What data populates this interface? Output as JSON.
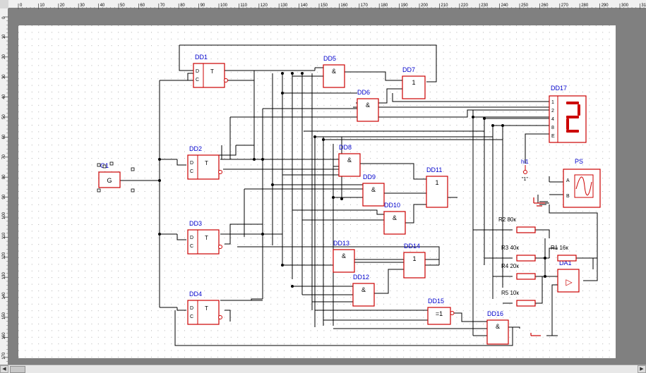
{
  "rulers": {
    "top_labels": [
      "0",
      "10",
      "20",
      "30",
      "40",
      "50",
      "60",
      "70",
      "80",
      "90",
      "100",
      "110",
      "120",
      "130",
      "140",
      "150",
      "160",
      "170",
      "180",
      "190",
      "200",
      "210",
      "220",
      "230",
      "240",
      "250",
      "260",
      "270",
      "280",
      "290",
      "300",
      "310"
    ],
    "left_labels": [
      "0",
      "10",
      "20",
      "30",
      "40",
      "50",
      "60",
      "70",
      "80",
      "90",
      "100",
      "110",
      "120",
      "130",
      "140",
      "150",
      "160",
      "170"
    ]
  },
  "generator": {
    "ref": "G1",
    "symbol": "G"
  },
  "triggers": [
    {
      "ref": "DD1",
      "d": "D",
      "c": "C",
      "t": "T"
    },
    {
      "ref": "DD2",
      "d": "D",
      "c": "C",
      "t": "T"
    },
    {
      "ref": "DD3",
      "d": "D",
      "c": "C",
      "t": "T"
    },
    {
      "ref": "DD4",
      "d": "D",
      "c": "C",
      "t": "T"
    }
  ],
  "gates": [
    {
      "ref": "DD5",
      "sym": "&"
    },
    {
      "ref": "DD6",
      "sym": "&"
    },
    {
      "ref": "DD7",
      "sym": "1"
    },
    {
      "ref": "DD8",
      "sym": "&"
    },
    {
      "ref": "DD9",
      "sym": "&"
    },
    {
      "ref": "DD10",
      "sym": "&"
    },
    {
      "ref": "DD11",
      "sym": "1"
    },
    {
      "ref": "DD12",
      "sym": "&"
    },
    {
      "ref": "DD13",
      "sym": "&"
    },
    {
      "ref": "DD14",
      "sym": "1"
    },
    {
      "ref": "DD15",
      "sym": "=1"
    },
    {
      "ref": "DD16",
      "sym": "&"
    }
  ],
  "display": {
    "ref": "DD17",
    "pins": [
      "1",
      "2",
      "4",
      "8",
      "E"
    ]
  },
  "logic_high": {
    "ref": "hi1",
    "value": "\"1\""
  },
  "scope": {
    "ref": "PS",
    "pin_a": "A",
    "pin_b": "B"
  },
  "resistors": [
    {
      "ref": "R2",
      "value": "80к"
    },
    {
      "ref": "R3",
      "value": "40к"
    },
    {
      "ref": "R4",
      "value": "20к"
    },
    {
      "ref": "R5",
      "value": "10к"
    },
    {
      "ref": "R1",
      "value": "16к"
    }
  ],
  "opamp": {
    "ref": "DA1",
    "symbol": "▷"
  },
  "colors": {
    "component": "#cc0000",
    "label": "#0000cc",
    "wire": "#000000",
    "grid": "#b0b0b0"
  }
}
